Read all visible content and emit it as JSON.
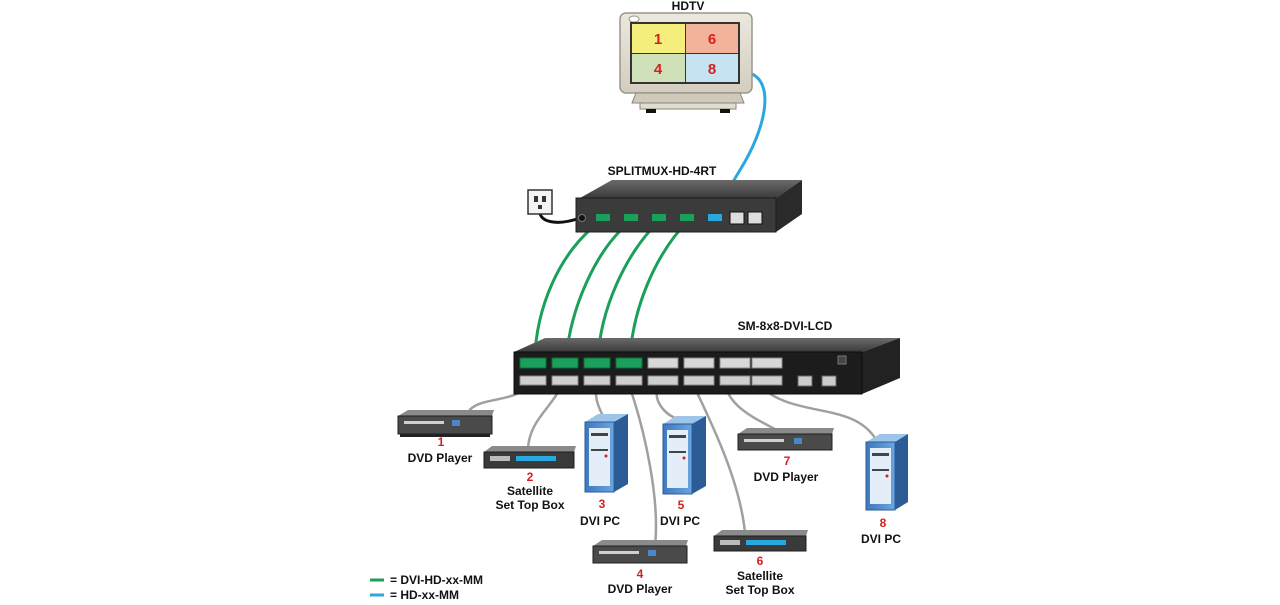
{
  "hdtv": {
    "label": "HDTV",
    "quadrants": [
      "1",
      "6",
      "4",
      "8"
    ]
  },
  "splitter": {
    "label": "SPLITMUX-HD-4RT"
  },
  "matrix": {
    "label": "SM-8x8-DVI-LCD"
  },
  "devices": [
    {
      "number": "1",
      "name_lines": [
        "DVD Player"
      ]
    },
    {
      "number": "2",
      "name_lines": [
        "Satellite",
        "Set Top Box"
      ]
    },
    {
      "number": "3",
      "name_lines": [
        "DVI PC"
      ]
    },
    {
      "number": "4",
      "name_lines": [
        "DVD Player"
      ]
    },
    {
      "number": "5",
      "name_lines": [
        "DVI PC"
      ]
    },
    {
      "number": "6",
      "name_lines": [
        "Satellite",
        "Set Top Box"
      ]
    },
    {
      "number": "7",
      "name_lines": [
        "DVD Player"
      ]
    },
    {
      "number": "8",
      "name_lines": [
        "DVI PC"
      ]
    }
  ],
  "legend": [
    {
      "text": "= DVI-HD-xx-MM",
      "color": "#1aa05a"
    },
    {
      "text": "= HD-xx-MM",
      "color": "#29a8e0"
    }
  ],
  "colors": {
    "green_cable": "#1aa05a",
    "blue_cable": "#29a8e0",
    "gray_cable": "#a0a0a0",
    "number_red": "#d52020",
    "pc_blue": "#4a86c8",
    "quad_yellow": "#f4ee7c",
    "quad_salmon": "#f2b39a",
    "quad_green": "#cfe1b9",
    "quad_cyan": "#c4e4f2"
  }
}
